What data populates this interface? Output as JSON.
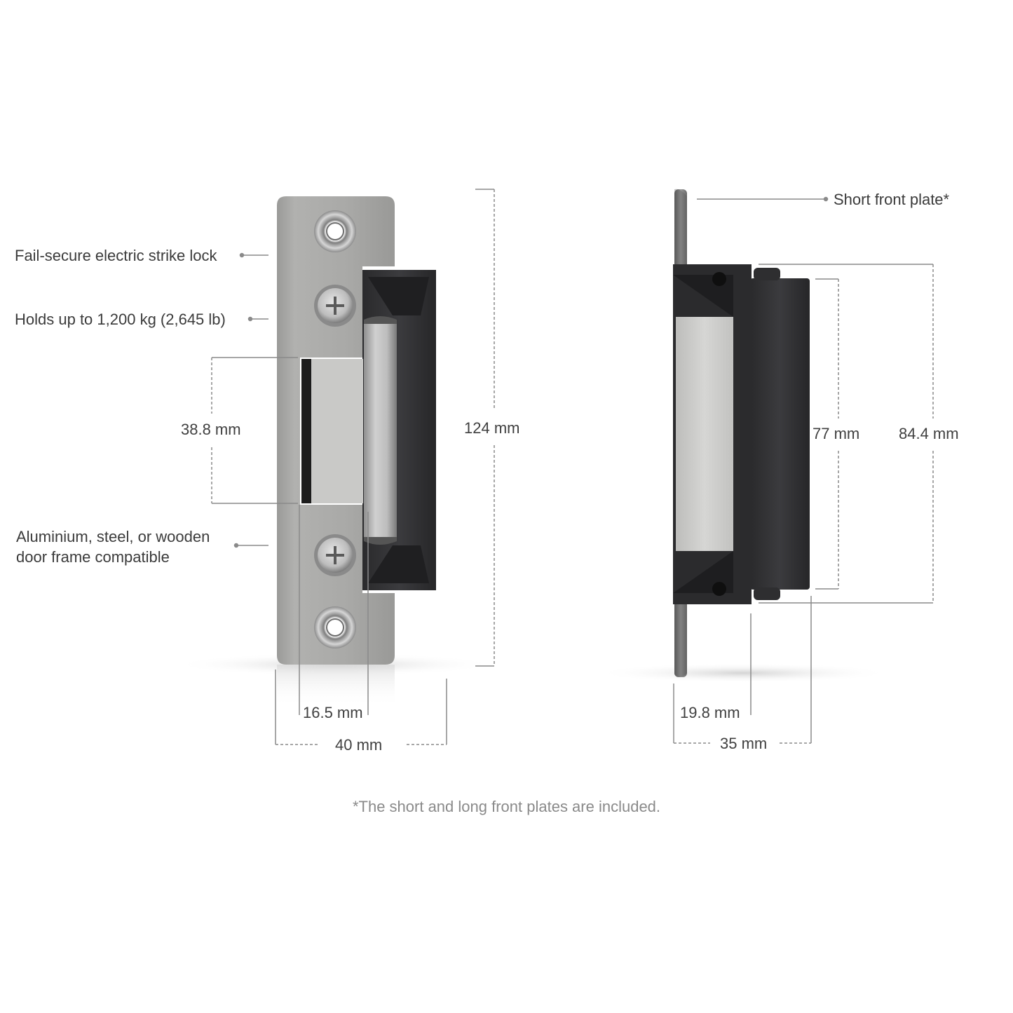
{
  "callouts": {
    "fail_secure": "Fail-secure electric strike lock",
    "holds_up_to": "Holds up to 1,200 kg (2,645 lb)",
    "frame_line1": "Aluminium, steel, or wooden",
    "frame_line2": "door frame compatible",
    "short_front_plate": "Short front plate*"
  },
  "dimensions": {
    "front_height": "124 mm",
    "keeper_opening": "38.8 mm",
    "keeper_width": "16.5 mm",
    "front_width": "40 mm",
    "side_body_height": "77 mm",
    "side_total_height": "84.4 mm",
    "side_depth_a": "19.8 mm",
    "side_depth_b": "35 mm"
  },
  "footnote": "*The short and long front plates are included.",
  "icons": [
    "screw-hole-icon",
    "phillips-screw-icon"
  ]
}
